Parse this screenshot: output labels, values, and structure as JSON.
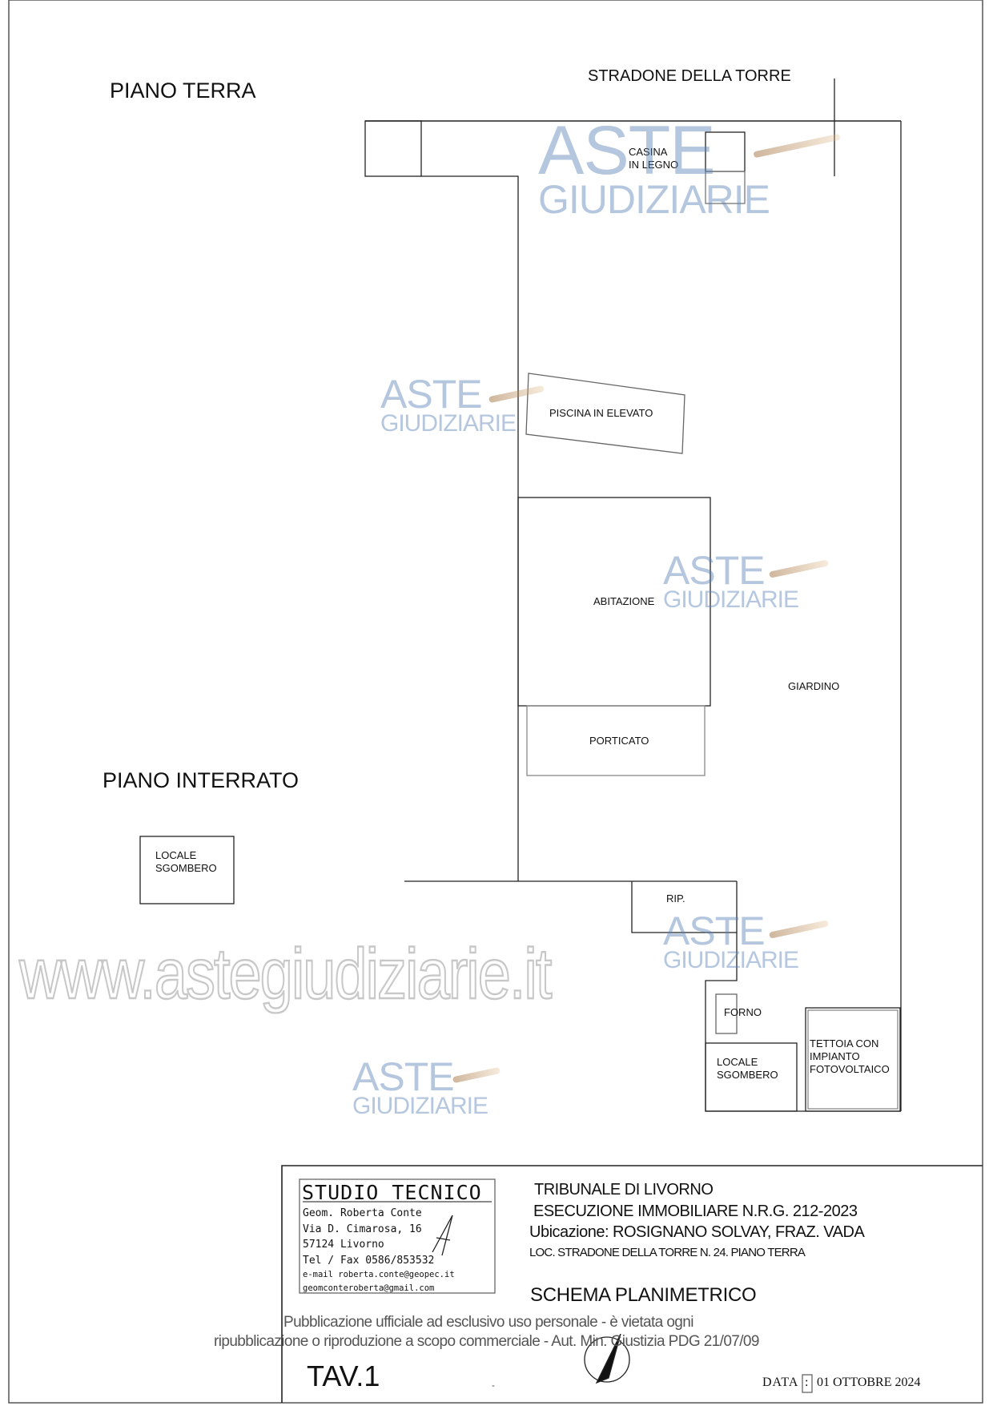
{
  "headings": {
    "ground_floor": "PIANO TERRA",
    "basement": "PIANO INTERRATO",
    "street": "STRADONE DELLA TORRE"
  },
  "rooms": {
    "casina": [
      "CASINA",
      "IN LEGNO"
    ],
    "piscina": "PISCINA IN ELEVATO",
    "abitazione": "ABITAZIONE",
    "porticato": "PORTICATO",
    "giardino": "GIARDINO",
    "rip": "RIP.",
    "forno": "FORNO",
    "locale_sgombero": [
      "LOCALE",
      "SGOMBERO"
    ],
    "tettoia": [
      "TETTOIA CON",
      "IMPIANTO",
      "FOTOVOLTAICO"
    ],
    "locale_sgombero_interrato": [
      "LOCALE",
      "SGOMBERO"
    ]
  },
  "studio": {
    "title": "STUDIO TECNICO",
    "lines": [
      "Geom. Roberta Conte",
      "Via D. Cimarosa, 16",
      "57124 Livorno",
      "Tel / Fax 0586/853532",
      "e-mail roberta.conte@geopec.it",
      "geomconteroberta@gmail.com"
    ]
  },
  "title_block": {
    "court": "TRIBUNALE DI LIVORNO",
    "case": "ESECUZIONE IMMOBILIARE N.R.G. 212-2023",
    "location": "Ubicazione: ROSIGNANO SOLVAY, FRAZ. VADA",
    "locality": "LOC. STRADONE DELLA TORRE N. 24. PIANO TERRA",
    "drawing": "SCHEMA PLANIMETRICO",
    "sheet": "TAV.1",
    "date_label": "DATA",
    "date_sep": ":",
    "date": "01 OTTOBRE 2024",
    "dash": "-"
  },
  "watermark": {
    "aste": "ASTE",
    "giudiziarie": "GIUDIZIARIE",
    "site": "www.astegiudiziarie.it",
    "notice_1": "Pubblicazione ufficiale ad esclusivo uso personale - è vietata ogni",
    "notice_2": "ripubblicazione o riproduzione a scopo commerciale - Aut. Min. Giustizia PDG 21/07/09"
  }
}
